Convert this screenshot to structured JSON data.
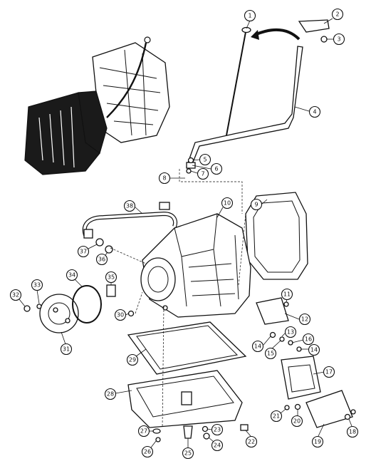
{
  "diagram": {
    "colors": {
      "ink": "#111111",
      "paper": "#ffffff",
      "casing_dark": "#1a1a1a"
    },
    "parts": [
      "1",
      "2",
      "3",
      "4",
      "5",
      "6",
      "7",
      "8",
      "9",
      "10",
      "11",
      "12",
      "13",
      "14",
      "15",
      "16",
      "17",
      "18",
      "19",
      "20",
      "21",
      "22",
      "23",
      "24",
      "25",
      "26",
      "27",
      "28",
      "29",
      "30",
      "31",
      "32",
      "33",
      "34",
      "35",
      "36",
      "37",
      "38"
    ]
  }
}
